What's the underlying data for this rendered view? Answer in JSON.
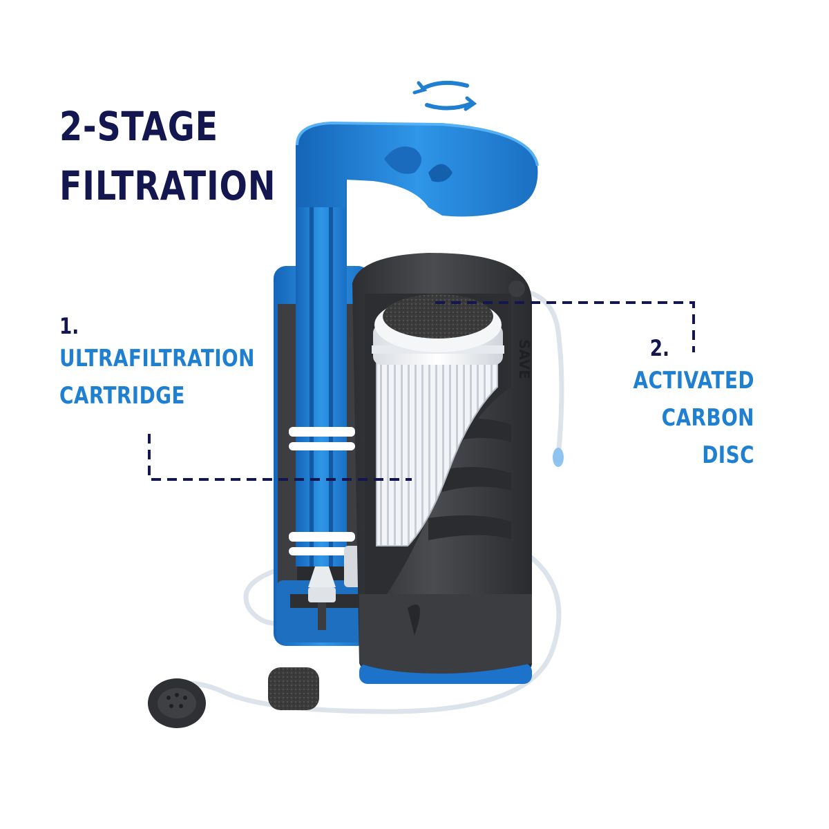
{
  "title": {
    "line1": "2-STAGE",
    "line2": "FILTRATION"
  },
  "callouts": [
    {
      "number": "1.",
      "lines": [
        "ULTRAFILTRATION",
        "CARTRIDGE"
      ]
    },
    {
      "number": "2.",
      "lines": [
        "ACTIVATED",
        "CARBON",
        "DISC"
      ]
    }
  ],
  "device_brand_text": "SAVE",
  "colors": {
    "heading": "#13164f",
    "label": "#1f7fd0",
    "pump_blue": "#1d7fd3",
    "housing_dark": "#3a3c40",
    "leader_line": "#13164f"
  }
}
